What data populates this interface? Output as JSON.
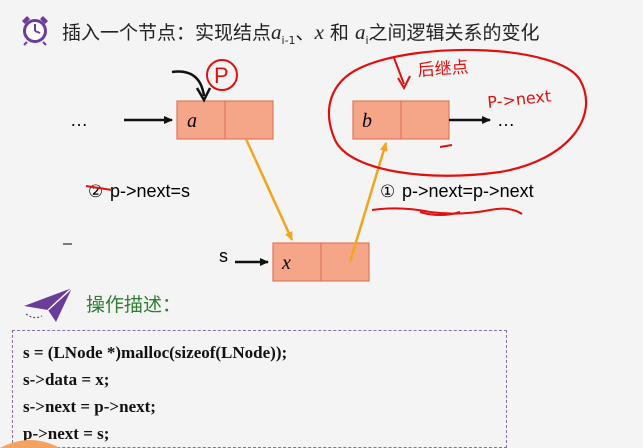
{
  "title": {
    "prefix": "插入一个节点：实现结点",
    "a_var": "a",
    "a_sub": "i-1",
    "sep": "、",
    "x_var": "x",
    "he": " 和 ",
    "ai_var": "a",
    "ai_sub": "i",
    "suffix": "之间逻辑关系的变化"
  },
  "diagram": {
    "left_ellipsis": "…",
    "right_ellipsis": "…",
    "node_a_label": "a",
    "node_b_label": "b",
    "node_x_label": "x",
    "s_label": "s",
    "p_label": "P",
    "step2_num": "②",
    "step2_text": "p->next=s",
    "step1_num": "①",
    "step1_text": "p->next=p->next",
    "hand_note_1": "后继点",
    "hand_note_2": "P->next"
  },
  "ops_title": "操作描述：",
  "code": [
    "s = (LNode *)malloc(sizeof(LNode));",
    "s->data = x;",
    "s->next = p->next;",
    "p->next = s;"
  ],
  "colors": {
    "node_fill": "#f5a688",
    "node_stroke": "#e07a5c",
    "link_arrow": "#f2a51d",
    "annotation": "#e01010",
    "ops_green": "#2e7d32",
    "clock_purple": "#6a3d9a"
  }
}
